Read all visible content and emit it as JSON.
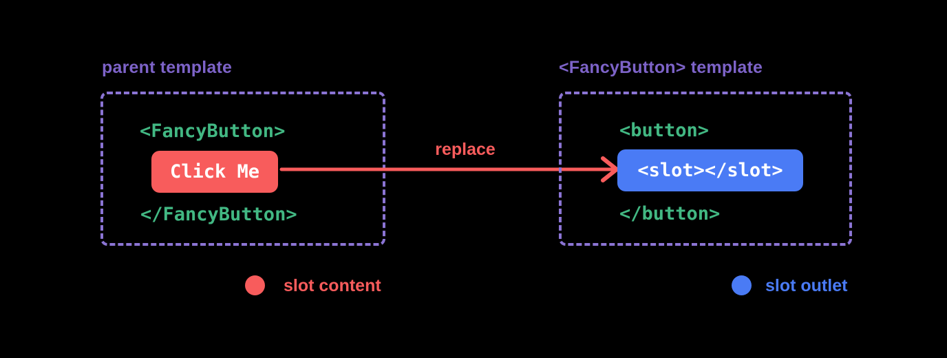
{
  "diagram": {
    "title_semantic": "Vue slots replacement diagram",
    "background_color": "#000000"
  },
  "colors": {
    "label_purple": "#7d63c8",
    "border_purple": "#8b74d4",
    "code_green": "#42b883",
    "slot_content_red": "#f85c5c",
    "slot_outlet_blue": "#4a7bf5",
    "chip_text_white": "#ffffff"
  },
  "parent_panel": {
    "title": "parent template",
    "code_open": "<FancyButton>",
    "button_label": "Click Me",
    "code_close": "</FancyButton>"
  },
  "arrow": {
    "label": "replace"
  },
  "fancy_button_panel": {
    "title": "<FancyButton> template",
    "code_open": "<button>",
    "slot_label": "<slot></slot>",
    "code_close": "</button>"
  },
  "legend": {
    "slot_content": {
      "label": "slot content",
      "color": "#f85c5c"
    },
    "slot_outlet": {
      "label": "slot outlet",
      "color": "#4a7bf5"
    }
  }
}
